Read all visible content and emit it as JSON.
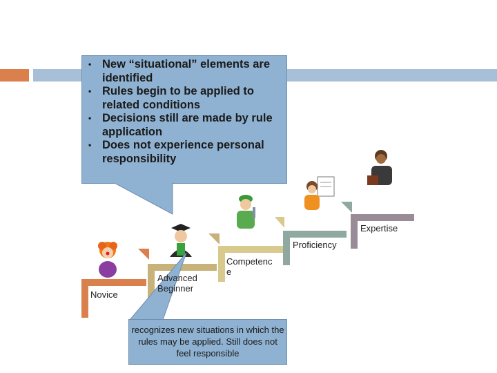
{
  "callout": {
    "bullets": [
      "New “situational” elements are identified",
      "Rules begin to be applied to related conditions",
      "Decisions still are made by rule application",
      "Does not experience personal responsibility"
    ],
    "bullet_glyph": "•"
  },
  "bottom_callout": {
    "text": "recognizes new situations in which the rules may be applied. Still does not feel responsible"
  },
  "stages": {
    "novice": "Novice",
    "advanced_beginner_line1": "Advanced",
    "advanced_beginner_line2": "Beginner",
    "competence_line1": "Competenc",
    "competence_line2": "e",
    "proficiency": "Proficiency",
    "expertise": "Expertise"
  },
  "colors": {
    "header_orange": "#d9804d",
    "header_blue": "#a7c0d8",
    "callout_fill": "#8fb2d2",
    "step_novice": "#d9804d",
    "step_advanced": "#c8b27a",
    "step_competence": "#d8c98c",
    "step_proficiency": "#8fa9a0",
    "step_expertise": "#9a8c96"
  },
  "icons": [
    "clown-figure-icon",
    "graduate-figure-icon",
    "worker-figure-icon",
    "presenter-figure-icon",
    "businessman-figure-icon"
  ]
}
